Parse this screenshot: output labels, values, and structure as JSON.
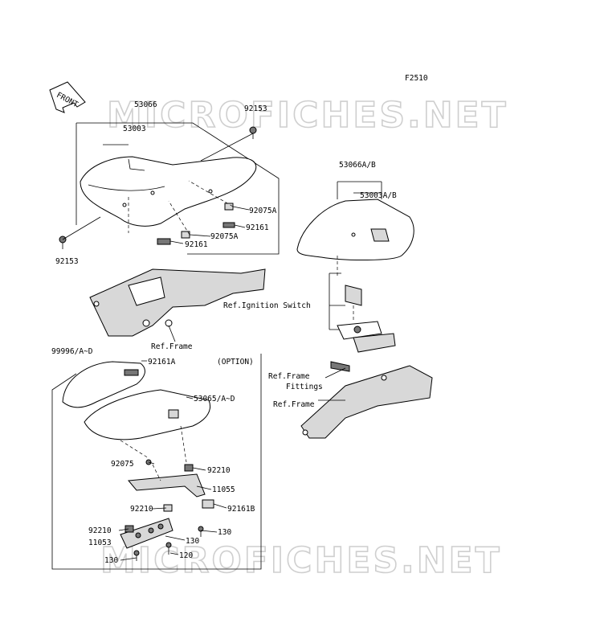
{
  "figure_code": "F2510",
  "front_badge": "FRONT",
  "watermark": "MICROFICHES.NET",
  "option_label": "(OPTION)",
  "labels": {
    "p53066": "53066",
    "p53003": "53003",
    "p92153_top": "92153",
    "p92153_left": "92153",
    "p92075A_1": "92075A",
    "p92161_1": "92161",
    "p92075A_2": "92075A",
    "p92161_2": "92161",
    "ref_frame_1": "Ref.Frame",
    "p53066AB": "53066A/B",
    "p53003AB": "53003A/B",
    "ref_ignition": "Ref.Ignition Switch",
    "ref_frame_fittings_1": "Ref.Frame",
    "ref_frame_fittings_2": "Fittings",
    "ref_frame_2": "Ref.Frame",
    "p99996": "99996/A~D",
    "p92161A": "92161A",
    "p53065": "53065/A~D",
    "p92075": "92075",
    "p92210_1": "92210",
    "p11055": "11055",
    "p92210_2": "92210",
    "p92161B": "92161B",
    "p92210_3": "92210",
    "p130_1": "130",
    "p11053": "11053",
    "p130_2": "130",
    "p120": "120",
    "p130_3": "130"
  }
}
